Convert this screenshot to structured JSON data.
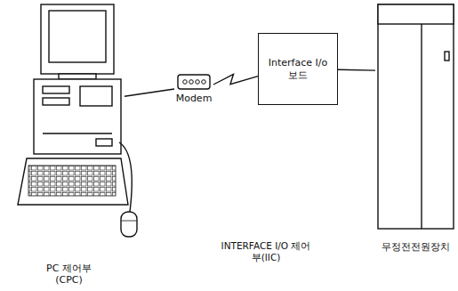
{
  "diagram": {
    "nodes": [
      {
        "text": [
          "PC 제어부 (CPC)"
        ]
      },
      {
        "text": [
          "Modem"
        ]
      },
      {
        "text": [
          "Interface I/o 보드"
        ]
      },
      {
        "text": [
          "무정전전원장치"
        ]
      }
    ],
    "edges": [
      {
        "from": 0,
        "to": 1,
        "arrow": "none"
      },
      {
        "from": 1,
        "to": 2,
        "arrow": "none"
      },
      {
        "from": 2,
        "to": 3,
        "arrow": "none"
      }
    ],
    "labels": [
      "INTERFACE I/O 제어부(IIC)"
    ]
  }
}
